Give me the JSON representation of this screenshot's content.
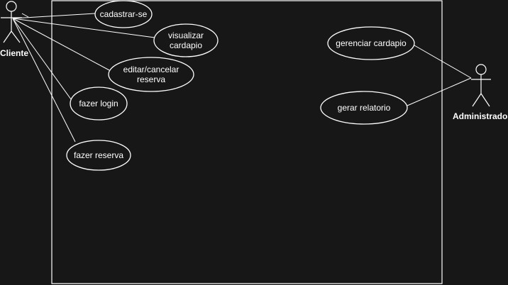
{
  "diagram": {
    "type": "use-case",
    "actors": [
      {
        "id": "cliente",
        "name": "Cliente"
      },
      {
        "id": "administrador",
        "name": "Administrador"
      }
    ],
    "use_cases": [
      {
        "id": "cadastrar",
        "label": "cadastrar-se"
      },
      {
        "id": "visualizar",
        "label": "visualizar\ncardapio"
      },
      {
        "id": "editar",
        "label": "editar/cancelar\nreserva"
      },
      {
        "id": "login",
        "label": "fazer login"
      },
      {
        "id": "reserva",
        "label": "fazer reserva"
      },
      {
        "id": "gerenciar",
        "label": "gerenciar cardapio"
      },
      {
        "id": "relatorio",
        "label": "gerar relatorio"
      }
    ],
    "associations": [
      {
        "actor": "cliente",
        "use_case": "cadastrar"
      },
      {
        "actor": "cliente",
        "use_case": "visualizar"
      },
      {
        "actor": "cliente",
        "use_case": "editar"
      },
      {
        "actor": "cliente",
        "use_case": "login"
      },
      {
        "actor": "cliente",
        "use_case": "reserva"
      },
      {
        "actor": "administrador",
        "use_case": "gerenciar"
      },
      {
        "actor": "administrador",
        "use_case": "relatorio"
      }
    ]
  }
}
